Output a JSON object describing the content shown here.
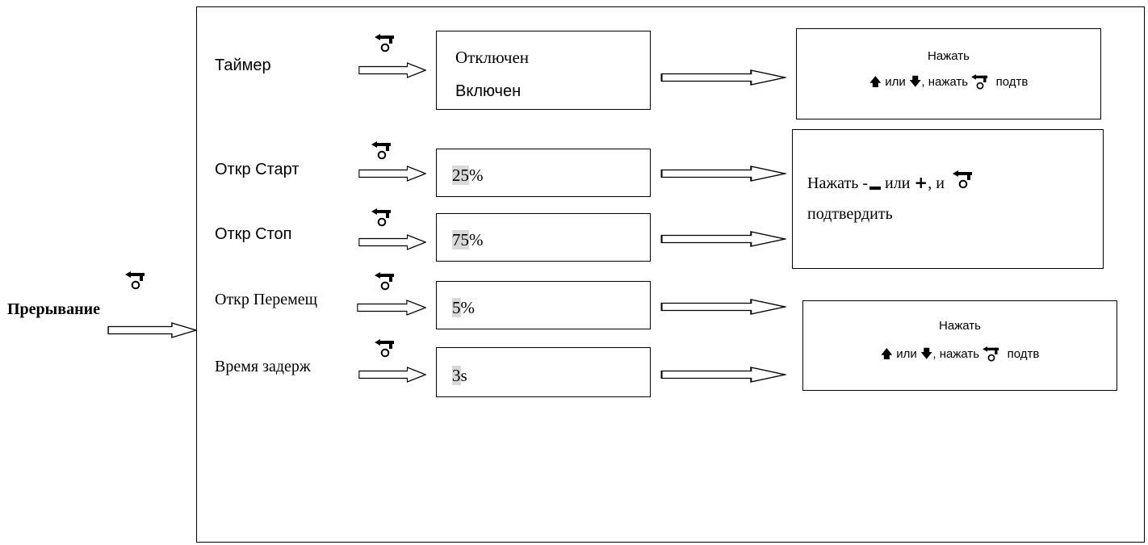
{
  "entry": {
    "label": "Прерывание"
  },
  "rows": [
    {
      "label": "Таймер",
      "values": [
        "Отключен",
        "Включен"
      ]
    },
    {
      "label": "Откр Старт",
      "value_hl": "25",
      "value_rest": "%"
    },
    {
      "label": "Откр Стоп",
      "value_hl": "75",
      "value_rest": "%"
    },
    {
      "label": "Откр Перемещ",
      "value_hl": "5",
      "value_rest": "%"
    },
    {
      "label": "Время задерж",
      "value_hl": "3",
      "value_rest": "s"
    }
  ],
  "instructions": {
    "select": {
      "line1": "Нажать",
      "or": "или",
      "press": ", нажать",
      "confirm": "подтв"
    },
    "adjust": {
      "prefix": "Нажать -",
      "or": " или ",
      "and": ", и",
      "confirm": "подтвердить"
    },
    "select2": {
      "line1": "Нажать",
      "or": "или",
      "press": ", нажать",
      "confirm": "подтв"
    }
  },
  "icons": {
    "enter": "enter-key-icon",
    "up": "up-arrow-icon",
    "down": "down-arrow-icon",
    "minus": "minus-icon",
    "plus": "plus-icon",
    "flow": "hollow-right-arrow"
  },
  "colors": {
    "line": "#000000",
    "highlight": "#d8d8d8",
    "background": "#ffffff"
  }
}
